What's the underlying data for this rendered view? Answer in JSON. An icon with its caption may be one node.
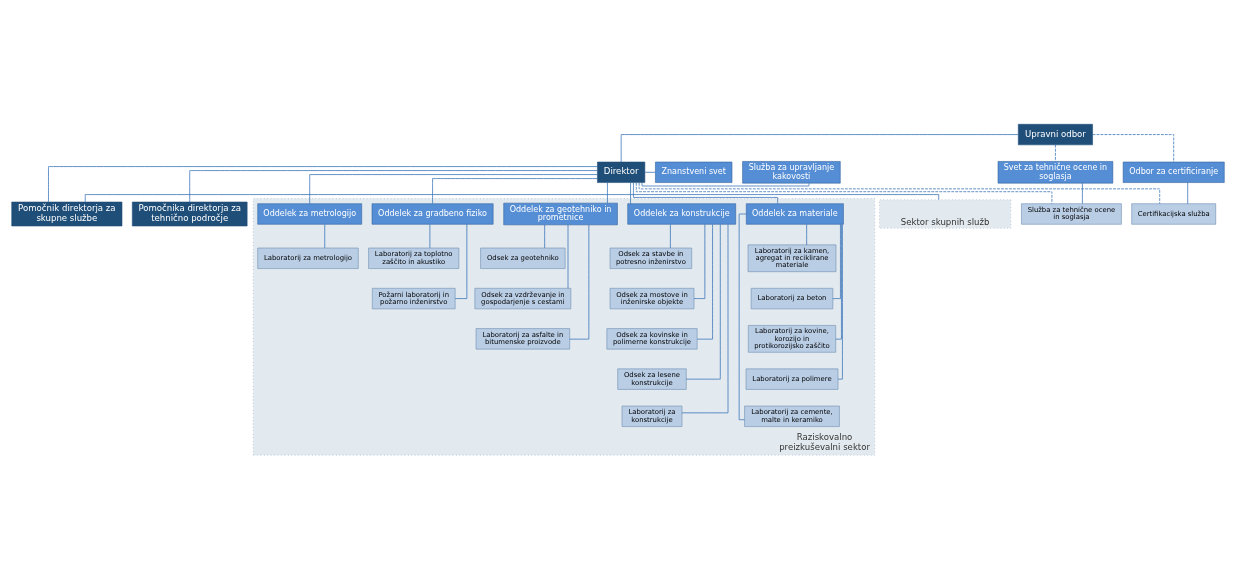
{
  "diagram": {
    "nodes": [
      {
        "text": [
          "Upravni odbor"
        ]
      },
      {
        "text": [
          "Svet za tehnične ocene in soglasja"
        ]
      },
      {
        "text": [
          "Odbor za certificiranje"
        ]
      },
      {
        "text": [
          "Služba za upravljanje kakovosti"
        ]
      },
      {
        "text": [
          "Direktor"
        ]
      },
      {
        "text": [
          "Znanstveni svet"
        ]
      },
      {
        "text": [
          "Služba za tehnične ocene in soglasja"
        ]
      },
      {
        "text": [
          "Certifikacijska služba"
        ]
      },
      {
        "text": [
          "Pomočnika direktorja za tehnično področje"
        ]
      },
      {
        "text": [
          "Pomočnik direktorja za skupne službe"
        ]
      },
      {
        "text": [
          "Sektor skupnih služb"
        ]
      },
      {
        "text": [
          "Raziskovalno preizkuševalni sektor"
        ]
      },
      {
        "text": [
          "Oddelek za materiale"
        ],
        "in": 11
      },
      {
        "text": [
          "Laboratorij za kamen, agregat in reciklirane materiale"
        ],
        "in": 11
      },
      {
        "text": [
          "Laboratorij za beton"
        ],
        "in": 11
      },
      {
        "text": [
          "Laboratorij za kovine, korozijo in protikorozijsko zaščito"
        ],
        "in": 11
      },
      {
        "text": [
          "Laboratorij za polimere"
        ],
        "in": 11
      },
      {
        "text": [
          "Laboratorij za cemente, malte in keramiko"
        ],
        "in": 11
      },
      {
        "text": [
          "Oddelek za konstrukcije"
        ],
        "in": 11
      },
      {
        "text": [
          "Odsek za stavbe in potresno inženirstvo"
        ],
        "in": 11
      },
      {
        "text": [
          "Odsek za mostove in inženirske objekte"
        ],
        "in": 11
      },
      {
        "text": [
          "Odsek za kovinske in polimerne konstrukcije"
        ],
        "in": 11
      },
      {
        "text": [
          "Odsek za lesene konstrukcije"
        ],
        "in": 11
      },
      {
        "text": [
          "Laboratorij za konstrukcije"
        ],
        "in": 11
      },
      {
        "text": [
          "Oddelek za geotehniko in prometnice"
        ],
        "in": 11
      },
      {
        "text": [
          "Odsek za geotehniko"
        ],
        "in": 11
      },
      {
        "text": [
          "Odsek za vzdrževanje in gospodarjenje s cestami"
        ],
        "in": 11
      },
      {
        "text": [
          "Laboratorij za asfalte in bitumenske proizvode"
        ],
        "in": 11
      },
      {
        "text": [
          "Oddelek za gradbeno fiziko"
        ],
        "in": 11
      },
      {
        "text": [
          "Laboratorij za toplotno zaščito in akustiko"
        ],
        "in": 11
      },
      {
        "text": [
          "Požarni laboratorij in požarno inženirstvo"
        ],
        "in": 11
      },
      {
        "text": [
          "Oddelek za metrologijo"
        ],
        "in": 11
      },
      {
        "text": [
          "Laboratorij za metrologijo"
        ],
        "in": 11
      }
    ],
    "edges": [
      {
        "from": 0,
        "to": 4,
        "arrow": "none"
      },
      {
        "from": 0,
        "to": 1,
        "arrow": "none",
        "style": "dashed"
      },
      {
        "from": 0,
        "to": 2,
        "arrow": "none",
        "style": "dashed"
      },
      {
        "from": 4,
        "to": 3,
        "arrow": "none"
      },
      {
        "from": 4,
        "to": 5,
        "arrow": "none"
      },
      {
        "from": 1,
        "to": 6,
        "arrow": "none"
      },
      {
        "from": 2,
        "to": 7,
        "arrow": "none"
      },
      {
        "from": 4,
        "to": 6,
        "arrow": "none",
        "style": "dashed"
      },
      {
        "from": 4,
        "to": 7,
        "arrow": "none",
        "style": "dashed"
      },
      {
        "from": 4,
        "to": 8,
        "arrow": "none"
      },
      {
        "from": 4,
        "to": 9,
        "arrow": "none"
      },
      {
        "from": 9,
        "to": 10,
        "arrow": "none"
      },
      {
        "from": 4,
        "to": 12,
        "arrow": "none"
      },
      {
        "from": 4,
        "to": 18,
        "arrow": "none"
      },
      {
        "from": 4,
        "to": 24,
        "arrow": "none"
      },
      {
        "from": 4,
        "to": 28,
        "arrow": "none"
      },
      {
        "from": 4,
        "to": 31,
        "arrow": "none"
      },
      {
        "from": 12,
        "to": 13,
        "arrow": "none"
      },
      {
        "from": 12,
        "to": 14,
        "arrow": "none"
      },
      {
        "from": 12,
        "to": 15,
        "arrow": "none"
      },
      {
        "from": 12,
        "to": 16,
        "arrow": "none"
      },
      {
        "from": 12,
        "to": 17,
        "arrow": "none"
      },
      {
        "from": 18,
        "to": 19,
        "arrow": "none"
      },
      {
        "from": 18,
        "to": 20,
        "arrow": "none"
      },
      {
        "from": 18,
        "to": 21,
        "arrow": "none"
      },
      {
        "from": 18,
        "to": 22,
        "arrow": "none"
      },
      {
        "from": 18,
        "to": 23,
        "arrow": "none"
      },
      {
        "from": 24,
        "to": 25,
        "arrow": "none"
      },
      {
        "from": 24,
        "to": 26,
        "arrow": "none"
      },
      {
        "from": 24,
        "to": 27,
        "arrow": "none"
      },
      {
        "from": 28,
        "to": 29,
        "arrow": "none"
      },
      {
        "from": 28,
        "to": 30,
        "arrow": "none"
      },
      {
        "from": 31,
        "to": 32,
        "arrow": "none"
      }
    ]
  }
}
